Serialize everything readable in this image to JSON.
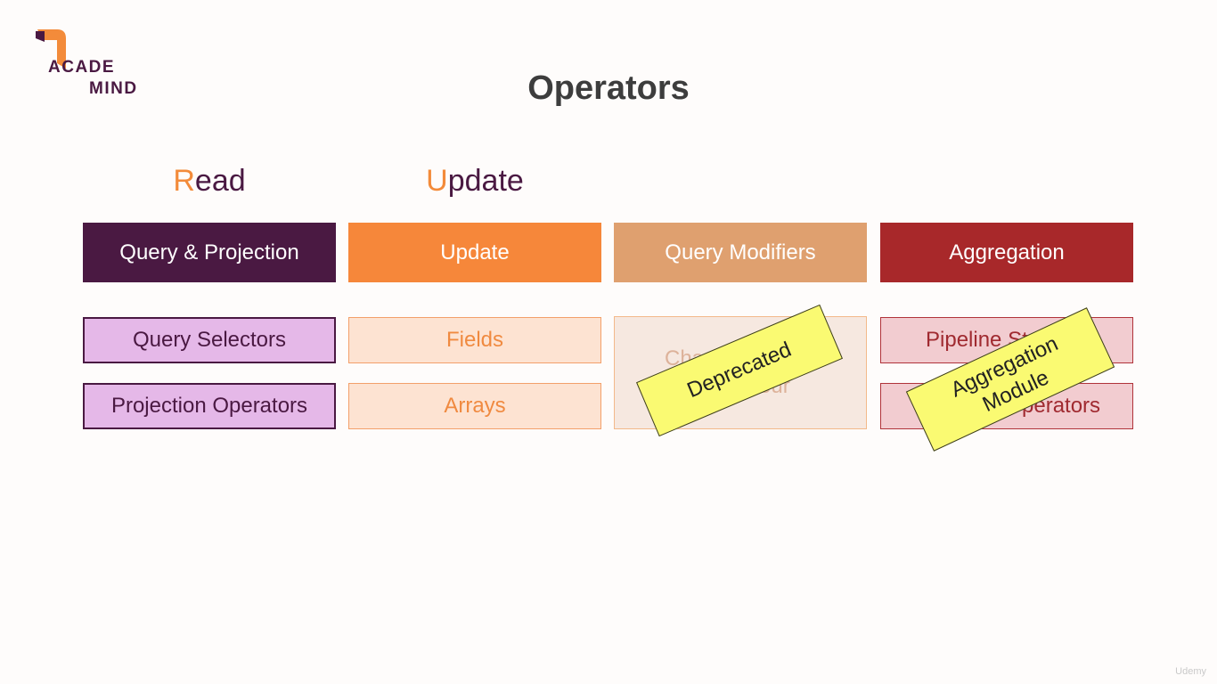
{
  "logo": {
    "line1": "ACADE",
    "line2": "MIND"
  },
  "title": "Operators",
  "sections": [
    {
      "accent": "R",
      "rest": "ead"
    },
    {
      "accent": "U",
      "rest": "pdate"
    }
  ],
  "categories": [
    "Query & Projection",
    "Update",
    "Query Modifiers",
    "Aggregation"
  ],
  "read_items": [
    "Query Selectors",
    "Projection Operators"
  ],
  "update_items": [
    "Fields",
    "Arrays"
  ],
  "modifier_item": {
    "line1": "Chan",
    "line2": "our"
  },
  "aggregation_items": [
    "Pipeline St",
    "perators"
  ],
  "stickers": {
    "deprecated": "Deprecated",
    "aggregation_line1": "Aggregation",
    "aggregation_line2": "Module"
  },
  "watermark": "Udemy",
  "colors": {
    "read_category": "#4a1942",
    "update_category": "#f6873a",
    "modifiers_category": "#dfa06f",
    "aggregation_category": "#a8282a",
    "sticker": "#fafa72"
  }
}
